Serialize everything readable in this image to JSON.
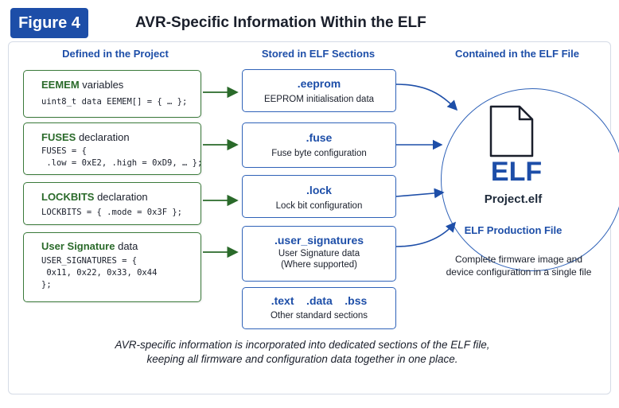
{
  "badge": "Figure 4",
  "title": "AVR-Specific Information Within the ELF",
  "columns": {
    "left": "Defined in the Project",
    "middle": "Stored in ELF Sections",
    "right": "Contained in the ELF File"
  },
  "sources": [
    {
      "head_bold": "EEMEM",
      "head_rest": " variables",
      "code": "uint8_t data EEMEM[] = { … };"
    },
    {
      "head_bold": "FUSES",
      "head_rest": " declaration",
      "code": "FUSES = {\n .low = 0xE2, .high = 0xD9, … };"
    },
    {
      "head_bold": "LOCKBITS",
      "head_rest": " declaration",
      "code": "LOCKBITS = { .mode = 0x3F };"
    },
    {
      "head_bold": "User Signature",
      "head_rest": " data",
      "code": "USER_SIGNATURES = {\n 0x11, 0x22, 0x33, 0x44\n};"
    }
  ],
  "sections": [
    {
      "name": ".eeprom",
      "desc": "EEPROM initialisation data"
    },
    {
      "name": ".fuse",
      "desc": "Fuse byte configuration"
    },
    {
      "name": ".lock",
      "desc": "Lock bit configuration"
    },
    {
      "name": ".user_signatures",
      "desc": "User Signature data",
      "desc2": "(Where supported)"
    },
    {
      "name": ".text    .data    .bss",
      "desc": "Other standard sections"
    }
  ],
  "elf": {
    "label": "ELF",
    "filename": "Project.elf",
    "production_label": "ELF Production File",
    "description": "Complete firmware image and device configuration in a single file"
  },
  "caption_line1": "AVR-specific information is incorporated into dedicated sections of the ELF file,",
  "caption_line2": "keeping all firmware and configuration data together in one place.",
  "colors": {
    "accent": "#1d4ea8",
    "green": "#2a6a2a"
  },
  "icons": {
    "file": "document-icon"
  }
}
